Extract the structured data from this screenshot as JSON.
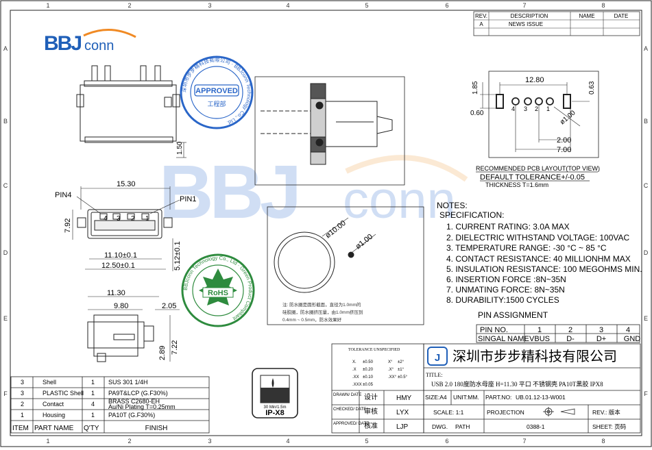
{
  "border": {
    "cols": [
      "1",
      "2",
      "3",
      "4",
      "5",
      "6",
      "7",
      "8"
    ],
    "rows": [
      "A",
      "B",
      "C",
      "D",
      "E",
      "F"
    ]
  },
  "revision": {
    "headers": [
      "REV.",
      "DESCRIPTION",
      "NAME",
      "DATE"
    ],
    "row": [
      "A",
      "NEWS ISSUE",
      "",
      ""
    ]
  },
  "logo": {
    "bb": "BBJ",
    "conn": "conn"
  },
  "stamp_approved": {
    "ring": "深圳市步步精科技有限公司 · BBJconn Technology Co., Ltd.",
    "label": "APPROVED",
    "dept": "工程部"
  },
  "stamp_rohs": {
    "ring": "BBJconn Technology Co., Ltd · Green Product Compliant",
    "label": "RoHS"
  },
  "dims": {
    "front_height": "1.50",
    "pin4": "PIN4",
    "pin1": "PIN1",
    "width_outer": "15.30",
    "height_792": "7.92",
    "pin_numbers": [
      "4",
      "3",
      "2",
      "1"
    ],
    "w1110": "11.10±0.1",
    "w1250": "12.50±0.1",
    "h512": "5.12±0.1",
    "side_1130": "11.30",
    "side_980": "9.80",
    "side_205": "2.05",
    "side_289": "2.89",
    "side_722": "7.22",
    "circle_1000": "ø10.00",
    "circle_100": "ø1.00",
    "circle_note": [
      "注: 防水圈是圆形截面，直径为1.0mm的",
      "硅胶圈，防水圈挤压量，由1.0mm挤压到",
      "0.4mm ~ 0.5mm，防水效果好"
    ]
  },
  "pcb": {
    "d185": "1.85",
    "d1280": "12.80",
    "d063": "0.63",
    "d060": "0.60",
    "d100": "ø1.00",
    "d200": "2.00",
    "d700": "7.00",
    "holes": [
      "4",
      "3",
      "2",
      "1"
    ],
    "caption": "RECOMMENDED PCB LAYOUT(TOP VIEW)",
    "tolerance": "DEFAULT TOLERANCE+/-0.05",
    "thickness": "THICKNESS T=1.6mm"
  },
  "notes": {
    "title": "NOTES:",
    "subtitle": "SPECIFICATION:",
    "items": [
      "1. CURRENT RATING: 3.0A MAX",
      "2. DIELECTRIC WITHSTAND VOLTAGE: 100VAC",
      "3. TEMPERATURE RANGE: -30 °C ~ 85 °C",
      "4. CONTACT RESISTANCE: 40 MILLIONHM MAX",
      "5. INSULATION RESISTANCE: 100 MEGOHMS MIN.",
      "6.  INSERTION  FORCE :8N~35N",
      "7.  UNMATING  FORCE:  8N~35N",
      "8.  DURABILITY:1500  CYCLES"
    ]
  },
  "pin_assignment": {
    "title": "PIN ASSIGNMENT",
    "row1_label": "PIN NO.",
    "row1": [
      "1",
      "2",
      "3",
      "4"
    ],
    "row2_label": "SINGAL NAME",
    "row2": [
      "VBUS",
      "D-",
      "D+",
      "GND"
    ]
  },
  "bom": {
    "headers": [
      "ITEM",
      "PART  NAME",
      "Q'TY",
      "FINISH"
    ],
    "rows": [
      {
        "item": "3",
        "name": "Shell",
        "qty": "1",
        "finish": "SUS 301 1/4H"
      },
      {
        "item": "3",
        "name": "PLASTIC Shell",
        "qty": "1",
        "finish": "PA9T&LCP (G.F30%)"
      },
      {
        "item": "2",
        "name": "Contact",
        "qty": "4",
        "finish": "BRASS C2680-EH|Au/Ni  Plating  T=0.25mm"
      },
      {
        "item": "1",
        "name": "Housing",
        "qty": "1",
        "finish": "PA10T (G.F30%)"
      }
    ]
  },
  "ipx8": {
    "depth": "30 Min/1.5m",
    "label": "IP-X8"
  },
  "tolerance": {
    "title": "TOLERANCE UNSPECIFIED",
    "rows": [
      [
        "X.",
        "±0.50",
        "X°",
        "±2°"
      ],
      [
        ".X",
        "±0.20",
        ".X°",
        "±1°"
      ],
      [
        ".XX",
        "±0.10",
        ".XX°",
        "±0.5°"
      ],
      [
        ".XXX",
        "±0.05",
        "",
        ""
      ]
    ]
  },
  "title_block": {
    "company": "深圳市步步精科技有限公司",
    "title_label": "TITLE:",
    "title": "USB 2.0 180度防水母座 H=11.30 平口 不锈钢壳 PA10T黑胶 IPX8",
    "drawn_label": "DRAWN/ DATE",
    "drawn_role": "设计",
    "drawn_by": "HMY",
    "checked_label": "CHECKED/ DATE",
    "checked_role": "审核",
    "checked_by": "LYX",
    "approved_label": "APPROVED/ DATE",
    "approved_role": "核准",
    "approved_by": "LJP",
    "size": "SIZE:A4",
    "unit": "UNIT:MM.",
    "part_no_label": "PART.NO:",
    "part_no": "UB.01.12-13-W001",
    "scale": "SCALE: 1:1",
    "projection": "PROJECTION",
    "rev": "REV.: 版本",
    "dwg": "DWG.",
    "path": "PATH",
    "dwg_no": "0388-1",
    "sheet": "SHEET: 页码"
  },
  "watermark": {
    "text": "BBJ",
    "conn": "conn"
  }
}
